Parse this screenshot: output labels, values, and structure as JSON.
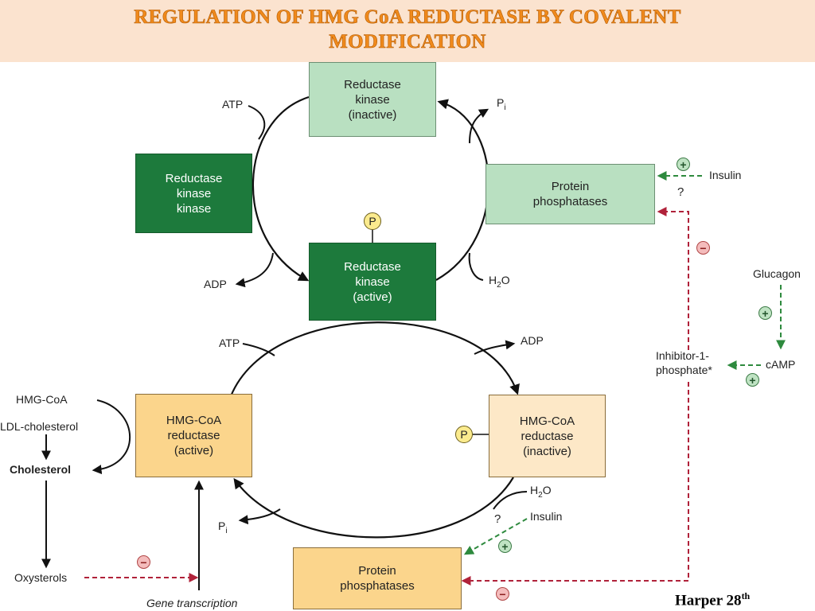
{
  "title": {
    "line1": "REGULATION OF HMG CoA REDUCTASE BY COVALENT",
    "line2": "MODIFICATION"
  },
  "boxes": {
    "rk_inactive": [
      "Reductase",
      "kinase",
      "(inactive)"
    ],
    "rk_kinase": [
      "Reductase",
      "kinase",
      "kinase"
    ],
    "rk_active": [
      "Reductase",
      "kinase",
      "(active)"
    ],
    "pp_top": [
      "Protein",
      "phosphatases"
    ],
    "hmg_active": [
      "HMG-CoA",
      "reductase",
      "(active)"
    ],
    "hmg_inactive": [
      "HMG-CoA",
      "reductase",
      "(inactive)"
    ],
    "pp_bottom": [
      "Protein",
      "phosphatases"
    ]
  },
  "labels": {
    "atp_top": "ATP",
    "pi_top": "P",
    "pi_top_sub": "i",
    "adp_top": "ADP",
    "h2o_top_a": "H",
    "h2o_top_sub": "2",
    "h2o_top_b": "O",
    "insulin_top": "Insulin",
    "q_top": "?",
    "glucagon": "Glucagon",
    "camp": "cAMP",
    "inhibitor_line1": "Inhibitor-1-",
    "inhibitor_line2": "phosphate*",
    "atp_bottom": "ATP",
    "adp_bottom": "ADP",
    "h2o_bot_a": "H",
    "h2o_bot_sub": "2",
    "h2o_bot_b": "O",
    "insulin_bottom": "Insulin",
    "q_bottom": "?",
    "pi_bottom": "P",
    "pi_bottom_sub": "i",
    "hmg_coa": "HMG-CoA",
    "ldl": "LDL-cholesterol",
    "cholesterol": "Cholesterol",
    "oxysterols": "Oxysterols",
    "gene_transcription": "Gene transcription",
    "p": "P",
    "plus": "+",
    "minus": "−"
  },
  "credit": {
    "text": "Harper 28",
    "sup": "th"
  },
  "colors": {
    "dark_green": "#1d7a3c",
    "light_green": "#b9e0c1",
    "orange": "#fbd58c",
    "pale_orange": "#fde8c7",
    "inhibit_red": "#b0223a",
    "activate_green": "#2e8a3e",
    "title_orange": "#f08a1c"
  }
}
